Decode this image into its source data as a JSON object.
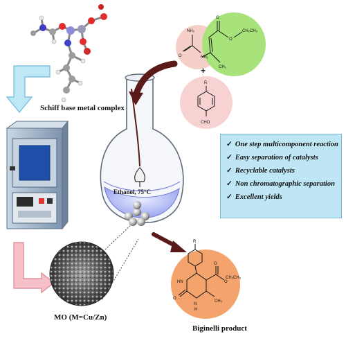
{
  "labels": {
    "complex": "Schiff base metal complex",
    "metal_oxide": "MO (M=Cu/Zn)",
    "flask": "Ethanol, 75°C",
    "product": "Biginelli product"
  },
  "features": [
    "One step multicomponent reaction",
    "Easy separation of catalysts",
    "Recyclable  catalysts",
    "Non chromatographic separation",
    "Excellent yields"
  ],
  "tick_glyph": "✓",
  "structures": {
    "urea": {
      "atoms": [
        "NH₂",
        "NH₂",
        "O"
      ]
    },
    "ester": {
      "atoms": [
        "O",
        "O",
        "CH₂CH₃",
        "O",
        "CH₃"
      ]
    },
    "aldehyde": {
      "atoms": [
        "R",
        "CHO"
      ]
    },
    "product": {
      "atoms": [
        "R",
        "O",
        "O",
        "CH₂CH₃",
        "HN",
        "O",
        "N",
        "H",
        "CH₃"
      ]
    },
    "plus": "+"
  },
  "colors": {
    "urea_circle": "#f7cfc9",
    "ester_circle": "#a7e27a",
    "aldehyde_circle": "#f8d2d2",
    "product_circle": "#f3a36b",
    "features_box": "#bfe6f5",
    "arrow_blue": "#bfe8f6",
    "arrow_pink": "#f6c0c8",
    "curved_arrow": "#5a1a1a",
    "furnace_body": "#8fa6bf",
    "furnace_door": "#1f4fa8"
  }
}
